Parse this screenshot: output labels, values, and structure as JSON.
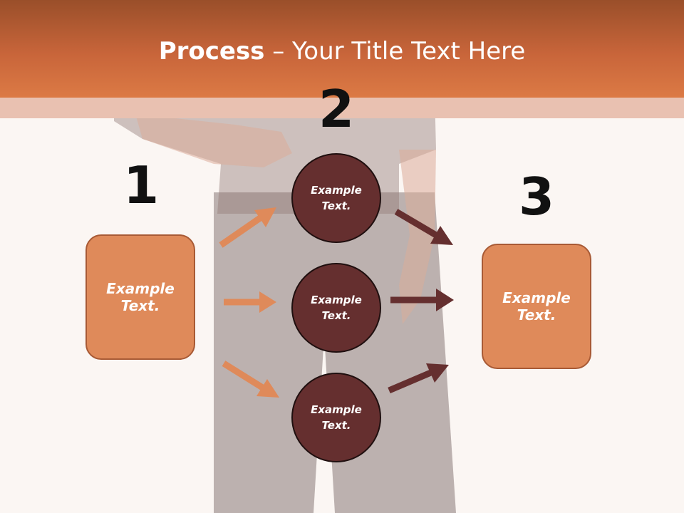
{
  "slide": {
    "title_bold": "Process",
    "title_rest": " – Your Title Text Here"
  },
  "steps": [
    {
      "number": "1",
      "text": "Example\nText."
    },
    {
      "number": "2"
    },
    {
      "number": "3",
      "text": "Example\nText."
    }
  ],
  "circles": [
    {
      "text": "Example\nText."
    },
    {
      "text": "Example\nText."
    },
    {
      "text": "Example\nText."
    }
  ],
  "colors": {
    "header": "#c8653a",
    "box_fill": "#df8a5a",
    "circle_fill": "#652f2f",
    "arrow_left": "#df8a5a",
    "arrow_right": "#652f2f"
  }
}
